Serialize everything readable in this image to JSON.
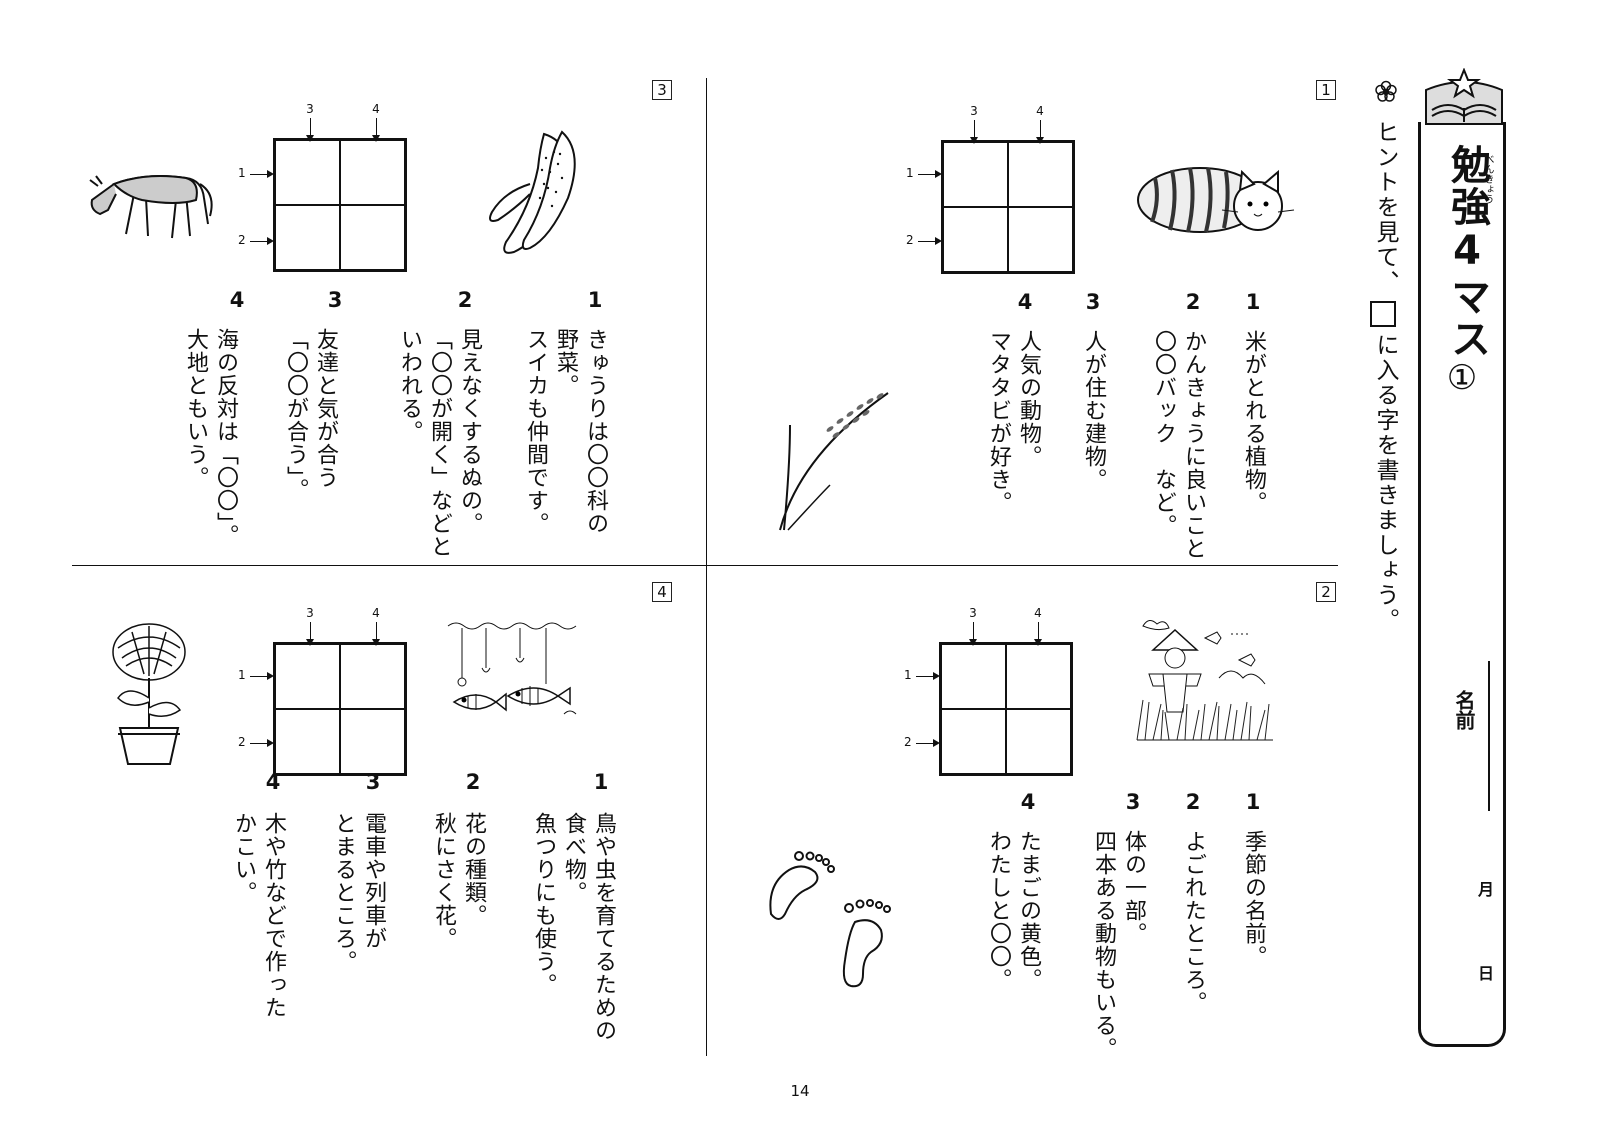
{
  "title_panel": {
    "title": "勉強4マス",
    "ruby": "べんきょう",
    "lesson_mark": "①",
    "name_label": "名前",
    "month_label": "月",
    "day_label": "日",
    "icon": "star-book-icon"
  },
  "instruction": {
    "icon": "flower-icon",
    "text_before": "ヒントを見て、",
    "text_after": "に入る字を書きましょう。"
  },
  "page_number": "14",
  "puzzles": [
    {
      "number": "1",
      "col_labels": [
        "3",
        "4"
      ],
      "row_labels": [
        "1",
        "2"
      ],
      "clues": [
        {
          "num": "1",
          "text": "米がとれる植物。"
        },
        {
          "num": "2",
          "text": "かんきょうに良いこと\n〇〇バック　など。"
        },
        {
          "num": "3",
          "text": "人が住む建物。"
        },
        {
          "num": "4",
          "text": "人気の動物。\nマタタビが好き。"
        }
      ],
      "pictures": [
        "cat-picture",
        "rice-plant-picture"
      ]
    },
    {
      "number": "2",
      "col_labels": [
        "3",
        "4"
      ],
      "row_labels": [
        "1",
        "2"
      ],
      "clues": [
        {
          "num": "1",
          "text": "季節の名前。"
        },
        {
          "num": "2",
          "text": "よごれたところ。"
        },
        {
          "num": "3",
          "text": "体の一部。\n四本ある動物もいる。"
        },
        {
          "num": "4",
          "text": "たまごの黄色。\nわたしと〇〇。"
        }
      ],
      "pictures": [
        "scarecrow-picture",
        "footprints-picture"
      ]
    },
    {
      "number": "3",
      "col_labels": [
        "3",
        "4"
      ],
      "row_labels": [
        "1",
        "2"
      ],
      "clues": [
        {
          "num": "1",
          "text": "きゅうりは〇〇科の\n野菜。\nスイカも仲間です。"
        },
        {
          "num": "2",
          "text": "見えなくするぬの。\n「〇〇が開く」などと\nいわれる。"
        },
        {
          "num": "3",
          "text": "友達と気が合う\n「〇〇が合う」。"
        },
        {
          "num": "4",
          "text": "海の反対は「〇〇」。\n大地ともいう。"
        }
      ],
      "pictures": [
        "horse-picture",
        "cucumber-picture"
      ]
    },
    {
      "number": "4",
      "col_labels": [
        "3",
        "4"
      ],
      "row_labels": [
        "1",
        "2"
      ],
      "clues": [
        {
          "num": "1",
          "text": "鳥や虫を育てるための\n食べ物。\n魚つりにも使う。"
        },
        {
          "num": "2",
          "text": "花の種類。\n秋にさく花。"
        },
        {
          "num": "3",
          "text": "電車や列車が\nとまるところ。"
        },
        {
          "num": "4",
          "text": "木や竹などで作った\nかこい。"
        }
      ],
      "pictures": [
        "chrysanthemum-picture",
        "fishing-picture"
      ]
    }
  ]
}
